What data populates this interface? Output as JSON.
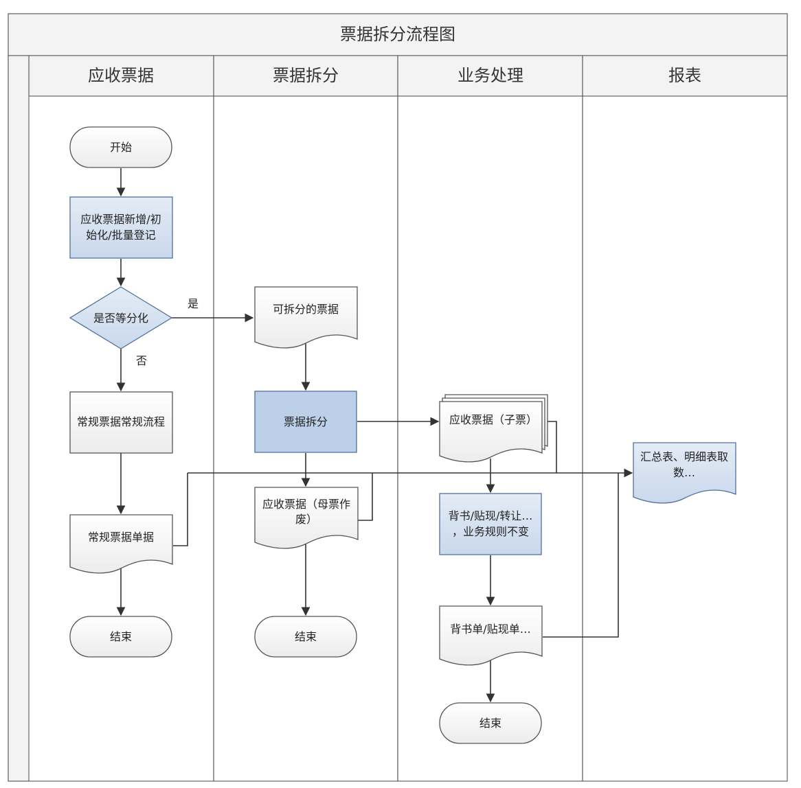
{
  "title": "票据拆分流程图",
  "lanes": [
    "应收票据",
    "票据拆分",
    "业务处理",
    "报表"
  ],
  "nodes": {
    "start1": "开始",
    "register": [
      "应收票据新增/初",
      "始化/批量登记"
    ],
    "decision": "是否等分化",
    "regular_flow": "常规票据常规流程",
    "regular_doc": "常规票据单据",
    "end1": "结束",
    "splittable": "可拆分的票据",
    "split": "票据拆分",
    "mother_doc": [
      "应收票据（母票作",
      "废）"
    ],
    "end2": "结束",
    "child_doc": "应收票据（子票）",
    "business": [
      "背书/贴现/转让…",
      "，业务规则不变"
    ],
    "endorse_doc": "背书单/贴现单…",
    "end3": "结束",
    "report": [
      "汇总表、明细表取",
      "数…"
    ]
  },
  "edge_labels": {
    "yes": "是",
    "no": "否"
  },
  "colors": {
    "blue_fill": "#d3e0ee",
    "blue_fill_dark": "#bcd0ea",
    "blue_stroke": "#4f6f9a",
    "shape_fill": "#f7f7f7",
    "shape_stroke": "#555555",
    "header_fill": "#f3f3f3",
    "line": "#333333"
  }
}
